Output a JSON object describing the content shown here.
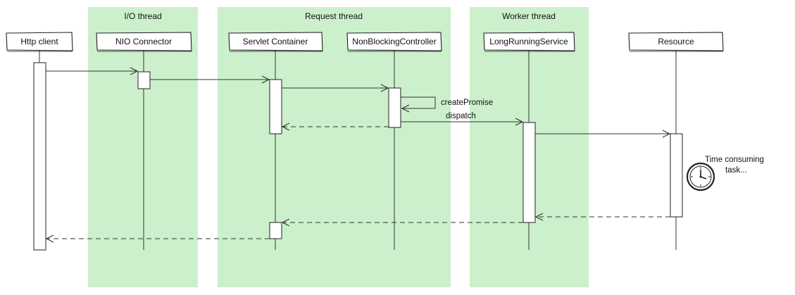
{
  "lanes": [
    {
      "label": "I/O thread"
    },
    {
      "label": "Request thread"
    },
    {
      "label": "Worker thread"
    }
  ],
  "participants": [
    {
      "label": "Http client"
    },
    {
      "label": "NIO Connector"
    },
    {
      "label": "Servlet Container"
    },
    {
      "label": "NonBlockingController"
    },
    {
      "label": "LongRunningService"
    },
    {
      "label": "Resource"
    }
  ],
  "messages": {
    "createPromise": "createPromise",
    "dispatch": "dispatch"
  },
  "note": {
    "line1": "Time consuming",
    "line2": "task..."
  },
  "colors": {
    "lane_fill": "#ccf0cc",
    "line": "#333333"
  }
}
